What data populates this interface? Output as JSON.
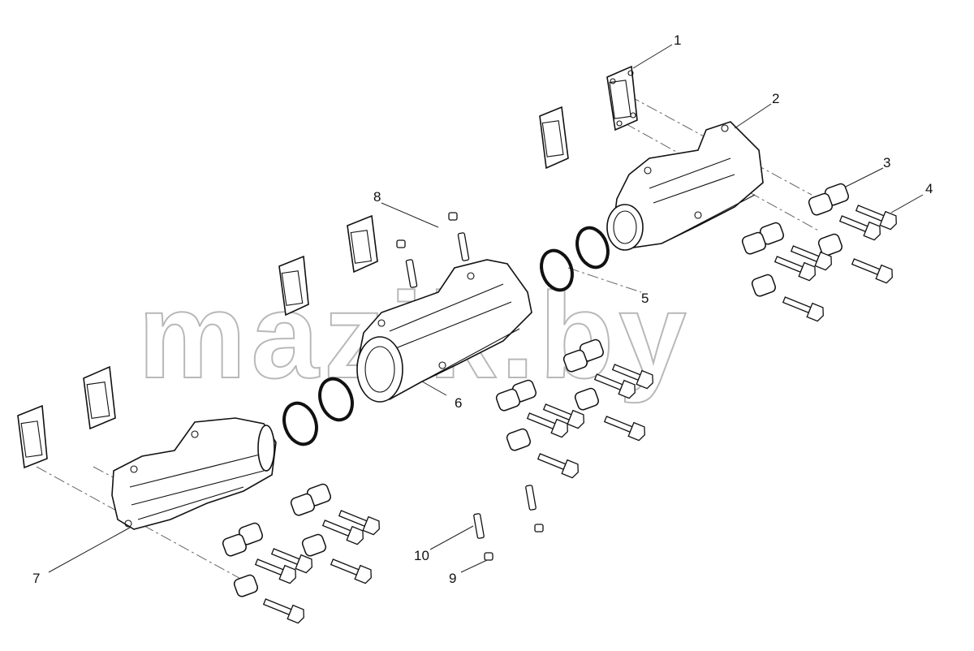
{
  "watermark": "mazik.by",
  "callouts": [
    {
      "id": "c1",
      "text": "1"
    },
    {
      "id": "c2",
      "text": "2"
    },
    {
      "id": "c3",
      "text": "3"
    },
    {
      "id": "c4",
      "text": "4"
    },
    {
      "id": "c5",
      "text": "5"
    },
    {
      "id": "c6",
      "text": "6"
    },
    {
      "id": "c7",
      "text": "7"
    },
    {
      "id": "c8",
      "text": "8"
    },
    {
      "id": "c9",
      "text": "9"
    },
    {
      "id": "c10",
      "text": "10"
    }
  ]
}
